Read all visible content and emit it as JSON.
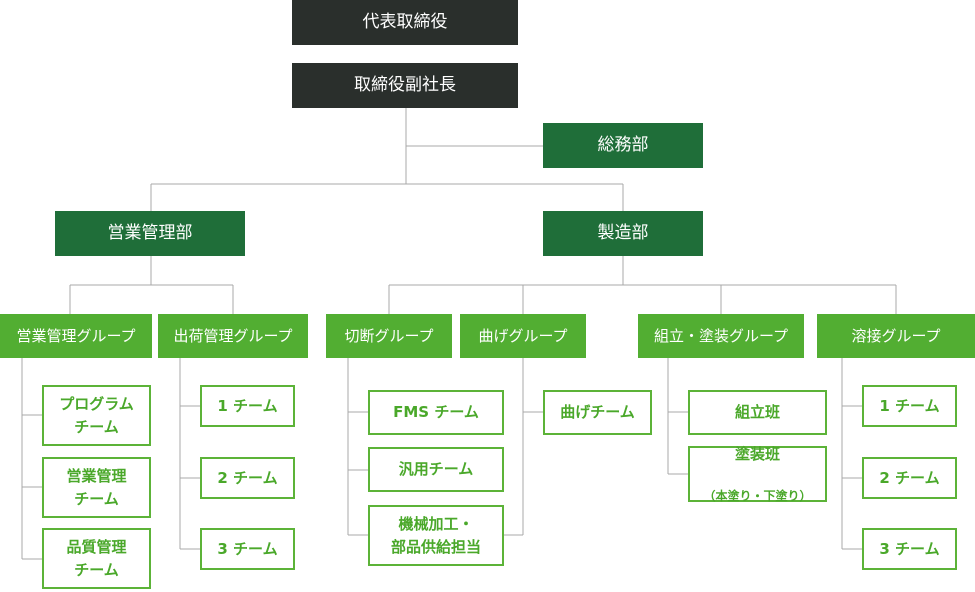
{
  "executive": {
    "ceo": "代表取締役",
    "vice_president": "取締役副社長",
    "general_affairs": "総務部"
  },
  "divisions": {
    "sales": {
      "name": "営業管理部",
      "groups": [
        {
          "name": "営業管理グループ",
          "teams": [
            "プログラム\nチーム",
            "営業管理\nチーム",
            "品質管理\nチーム"
          ]
        },
        {
          "name": "出荷管理グループ",
          "teams": [
            "1 チーム",
            "2 チーム",
            "3 チーム"
          ]
        }
      ]
    },
    "manufacturing": {
      "name": "製造部",
      "groups": [
        {
          "name": "切断グループ",
          "teams": [
            "FMS チーム",
            "汎用チーム",
            "機械加工・\n部品供給担当"
          ]
        },
        {
          "name": "曲げグループ",
          "teams": [
            "曲げチーム"
          ]
        },
        {
          "name": "組立・塗装グループ",
          "teams": [
            "組立班",
            "塗装班"
          ],
          "team_notes": [
            "",
            "（本塗り・下塗り）"
          ]
        },
        {
          "name": "溶接グループ",
          "teams": [
            "1 チーム",
            "2 チーム",
            "3 チーム"
          ]
        }
      ]
    }
  },
  "colors": {
    "executive_box": "#2a2f2c",
    "department_box": "#1f6e39",
    "group_box": "#52ae32",
    "team_border": "#5cb338",
    "team_text": "#4aa82a",
    "connector": "#a9a9a9"
  }
}
